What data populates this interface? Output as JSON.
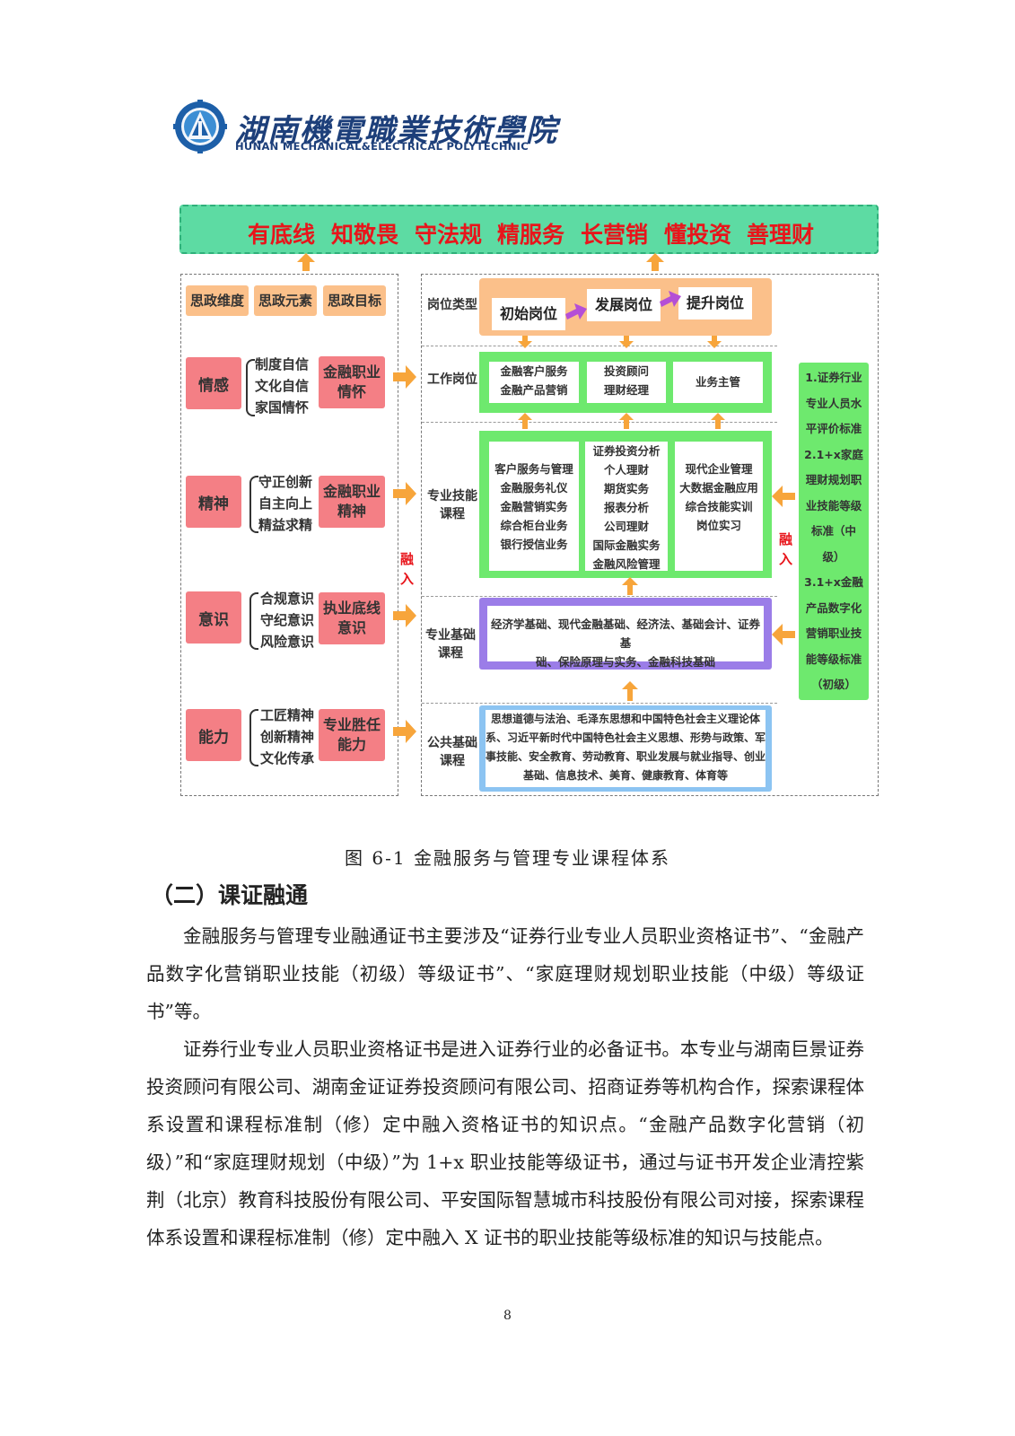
{
  "header": {
    "logo_cn": "湖南機電職業技術學院",
    "logo_en": "HUNAN MECHANICAL&ELECTRICAL POLYTECHNIC"
  },
  "diagram": {
    "banner": [
      "有底线",
      "知敬畏",
      "守法规",
      "精服务",
      "长营销",
      "懂投资",
      "善理财"
    ],
    "left_headers": [
      "思政维度",
      "思政元素",
      "思政目标"
    ],
    "left_rows": [
      {
        "dim": "情感",
        "elements": [
          "制度自信",
          "文化自信",
          "家国情怀"
        ],
        "goal": [
          "金融职业",
          "情怀"
        ]
      },
      {
        "dim": "精神",
        "elements": [
          "守正创新",
          "自主向上",
          "精益求精"
        ],
        "goal": [
          "金融职业",
          "精神"
        ]
      },
      {
        "dim": "意识",
        "elements": [
          "合规意识",
          "守纪意识",
          "风险意识"
        ],
        "goal": [
          "执业底线",
          "意识"
        ]
      },
      {
        "dim": "能力",
        "elements": [
          "工匠精神",
          "创新精神",
          "文化传承"
        ],
        "goal": [
          "专业胜任",
          "能力"
        ]
      }
    ],
    "merge_label": [
      "融",
      "入"
    ],
    "row_labels": {
      "post_type": "岗位类型",
      "work_post": "工作岗位",
      "skill_course": [
        "专业技能",
        "课程"
      ],
      "basic_course": [
        "专业基础",
        "课程"
      ],
      "public_course": [
        "公共基础",
        "课程"
      ]
    },
    "posts": [
      "初始岗位",
      "发展岗位",
      "提升岗位"
    ],
    "work_posts": [
      [
        "金融客户服务",
        "金融产品营销"
      ],
      [
        "投资顾问",
        "理财经理"
      ],
      [
        "业务主管"
      ]
    ],
    "skill_courses": [
      [
        "客户服务与管理",
        "金融服务礼仪",
        "金融营销实务",
        "综合柜台业务",
        "银行授信业务"
      ],
      [
        "证券投资分析",
        "个人理财",
        "期货实务",
        "报表分析",
        "公司理财",
        "国际金融实务",
        "金融风险管理"
      ],
      [
        "现代企业管理",
        "大数据金融应用",
        "综合技能实训",
        "岗位实习"
      ]
    ],
    "basic_courses": [
      "经济学基础、现代金融基础、经济法、基础会计、证券基",
      "础、保险原理与实务、金融科技基础"
    ],
    "public_courses": [
      "思想道德与法治、毛泽东思想和中国特色社会主义理论体",
      "系、习近平新时代中国特色社会主义思想、形势与政策、军",
      "事技能、安全教育、劳动教育、职业发展与就业指导、创业",
      "基础、信息技术、美育、健康教育、体育等"
    ],
    "cert_lines": [
      "1.证券行业",
      "专业人员水",
      "平评价标准",
      "2.1+x家庭",
      "理财规划职",
      "业技能等级",
      "标准（中",
      "级）",
      "3.1+x金融",
      "产品数字化",
      "营销职业技",
      "能等级标准",
      "（初级）"
    ]
  },
  "caption": "图 6-1  金融服务与管理专业课程体系",
  "section_heading": "（二）课证融通",
  "paragraphs": [
    "金融服务与管理专业融通证书主要涉及“证券行业专业人员职业资格证书”、“金融产品数字化营销职业技能（初级）等级证书”、“家庭理财规划职业技能（中级）等级证书”等。",
    "证券行业专业人员职业资格证书是进入证券行业的必备证书。本专业与湖南巨景证券投资顾问有限公司、湖南金证证券投资顾问有限公司、招商证券等机构合作，探索课程体系设置和课程标准制（修）定中融入资格证书的知识点。“金融产品数字化营销（初级）”和“家庭理财规划（中级）”为 1+x 职业技能等级证书，通过与证书开发企业清控紫荆（北京）教育科技股份有限公司、平安国际智慧城市科技股份有限公司对接，探索课程体系设置和课程标准制（修）定中融入 X 证书的职业技能等级标准的知识与技能点。"
  ],
  "page_number": "8",
  "colors": {
    "banner_bg": "#5ddba3",
    "banner_text": "#e8151b",
    "pink": "#f47f85",
    "orange_tag": "#fbc08a",
    "arrow": "#f7a53b",
    "green": "#6ee96e",
    "purple": "#9b7de8",
    "blue": "#8cc4f2",
    "purple_arrow": "#b44fd6"
  }
}
